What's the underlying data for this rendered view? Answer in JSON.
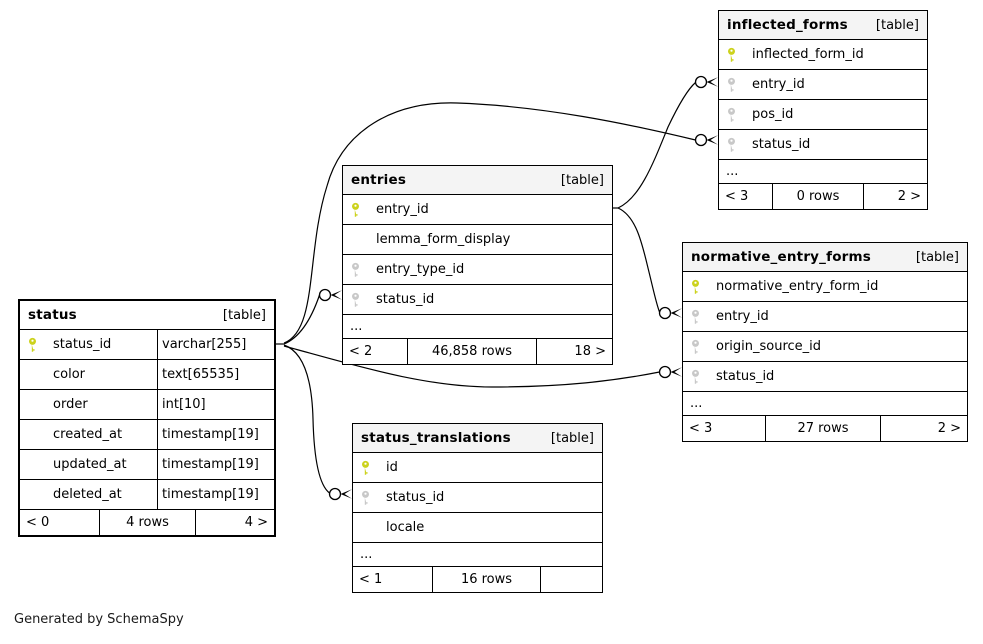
{
  "note": "Generated by SchemaSpy",
  "colors": {
    "primary_key_icon": "#ccd21c",
    "foreign_key_icon": "#c8c8c8",
    "table_header_bg": "#f4f4f4",
    "line": "#000000"
  },
  "tables": [
    {
      "name": "status",
      "badge": "[table]",
      "columns": [
        {
          "name": "status_id",
          "type": "varchar[255]",
          "key": "primary"
        },
        {
          "name": "color",
          "type": "text[65535]",
          "key": "none"
        },
        {
          "name": "order",
          "type": "int[10]",
          "key": "none"
        },
        {
          "name": "created_at",
          "type": "timestamp[19]",
          "key": "none"
        },
        {
          "name": "updated_at",
          "type": "timestamp[19]",
          "key": "none"
        },
        {
          "name": "deleted_at",
          "type": "timestamp[19]",
          "key": "none"
        }
      ],
      "footer": {
        "left": "< 0",
        "center": "4 rows",
        "right": "4 >"
      }
    },
    {
      "name": "entries",
      "badge": "[table]",
      "columns": [
        {
          "name": "entry_id",
          "key": "primary"
        },
        {
          "name": "lemma_form_display",
          "key": "none"
        },
        {
          "name": "entry_type_id",
          "key": "foreign"
        },
        {
          "name": "status_id",
          "key": "foreign"
        }
      ],
      "more": "...",
      "footer": {
        "left": "< 2",
        "center": "46,858 rows",
        "right": "18 >"
      }
    },
    {
      "name": "inflected_forms",
      "badge": "[table]",
      "columns": [
        {
          "name": "inflected_form_id",
          "key": "primary"
        },
        {
          "name": "entry_id",
          "key": "foreign"
        },
        {
          "name": "pos_id",
          "key": "foreign"
        },
        {
          "name": "status_id",
          "key": "foreign"
        }
      ],
      "more": "...",
      "footer": {
        "left": "< 3",
        "center": "0 rows",
        "right": "2 >"
      }
    },
    {
      "name": "normative_entry_forms",
      "badge": "[table]",
      "columns": [
        {
          "name": "normative_entry_form_id",
          "key": "primary"
        },
        {
          "name": "entry_id",
          "key": "foreign"
        },
        {
          "name": "origin_source_id",
          "key": "foreign"
        },
        {
          "name": "status_id",
          "key": "foreign"
        }
      ],
      "more": "...",
      "footer": {
        "left": "< 3",
        "center": "27 rows",
        "right": "2 >"
      }
    },
    {
      "name": "status_translations",
      "badge": "[table]",
      "columns": [
        {
          "name": "id",
          "key": "primary"
        },
        {
          "name": "status_id",
          "key": "foreign"
        },
        {
          "name": "locale",
          "key": "none"
        }
      ],
      "more": "...",
      "footer": {
        "left": "< 1",
        "center": "16 rows",
        "right": ""
      }
    }
  ],
  "relationships": [
    {
      "parent": "status.status_id",
      "child": "entries.status_id"
    },
    {
      "parent": "status.status_id",
      "child": "inflected_forms.status_id"
    },
    {
      "parent": "status.status_id",
      "child": "normative_entry_forms.status_id"
    },
    {
      "parent": "status.status_id",
      "child": "status_translations.status_id"
    },
    {
      "parent": "entries.entry_id",
      "child": "inflected_forms.entry_id"
    },
    {
      "parent": "entries.entry_id",
      "child": "normative_entry_forms.entry_id"
    }
  ]
}
